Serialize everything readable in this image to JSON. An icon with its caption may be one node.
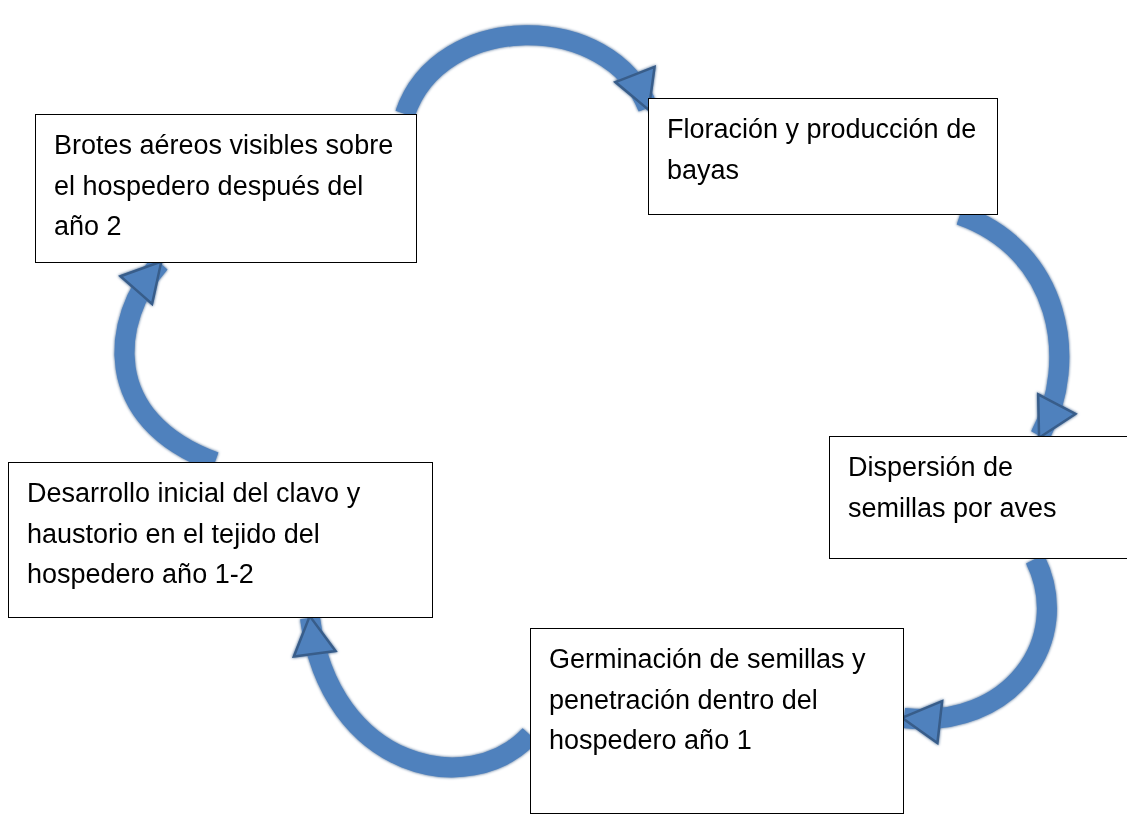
{
  "diagram": {
    "nodes": [
      {
        "text": [
          "Brotes aéreos visibles sobre el hospedero después del año 2"
        ]
      },
      {
        "text": [
          "Floración y producción de bayas"
        ]
      },
      {
        "text": [
          "Dispersión de semillas por aves"
        ]
      },
      {
        "text": [
          "Germinación de semillas y penetración dentro del hospedero año 1"
        ]
      },
      {
        "text": [
          "Desarrollo inicial del clavo y haustorio en el tejido del hospedero año 1-2"
        ]
      }
    ],
    "edges": [
      {
        "from": 0,
        "to": 1,
        "arrow": "to"
      },
      {
        "from": 1,
        "to": 2,
        "arrow": "to"
      },
      {
        "from": 2,
        "to": 3,
        "arrow": "to"
      },
      {
        "from": 3,
        "to": 4,
        "arrow": "to"
      },
      {
        "from": 4,
        "to": 0,
        "arrow": "to"
      }
    ]
  }
}
